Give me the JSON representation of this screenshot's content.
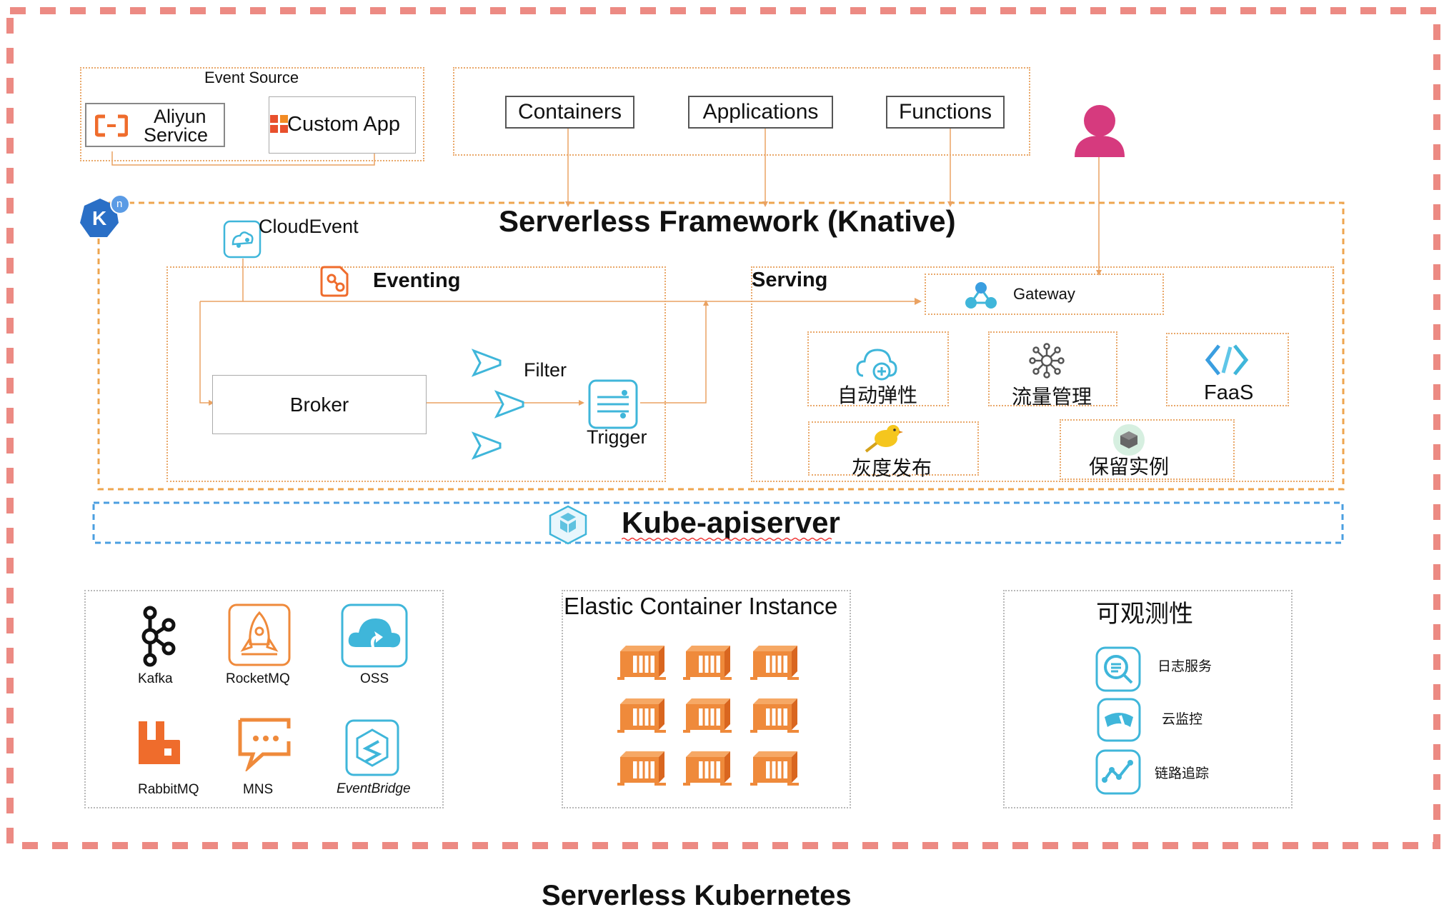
{
  "caption": "Serverless Kubernetes",
  "event_source": {
    "title": "Event Source",
    "aliyun": "Aliyun Service",
    "aliyun_line1": "Aliyun",
    "aliyun_line2": "Service",
    "custom_app": "Custom App"
  },
  "workloads": [
    "Containers",
    "Applications",
    "Functions"
  ],
  "framework": {
    "title": "Serverless Framework (Knative)",
    "logo_letter": "K",
    "logo_badge": "n",
    "cloud_event": "CloudEvent"
  },
  "eventing": {
    "title": "Eventing",
    "broker": "Broker",
    "filter": "Filter",
    "trigger": "Trigger"
  },
  "serving": {
    "title": "Serving",
    "gateway": "Gateway",
    "autoscale": "自动弹性",
    "traffic": "流量管理",
    "faas": "FaaS",
    "canary": "灰度发布",
    "reserved": "保留实例"
  },
  "apiserver": {
    "title": "Kube-apiserver"
  },
  "event_products": {
    "kafka": "Kafka",
    "rocketmq": "RocketMQ",
    "oss": "OSS",
    "rabbitmq": "RabbitMQ",
    "mns": "MNS",
    "eventbridge": "EventBridge"
  },
  "eci": {
    "title": "Elastic Container Instance"
  },
  "observability": {
    "title": "可观测性",
    "log": "日志服务",
    "monitor": "云监控",
    "trace": "链路追踪"
  },
  "colors": {
    "outer_border": "#ec8a83",
    "framework_border": "#eea54f",
    "api_border": "#4b9fe0",
    "orange": "#ef8a3b",
    "teal": "#3fb6da",
    "magenta": "#d63a7e",
    "knative_blue": "#2a6fc6",
    "line": "#eaa262"
  }
}
